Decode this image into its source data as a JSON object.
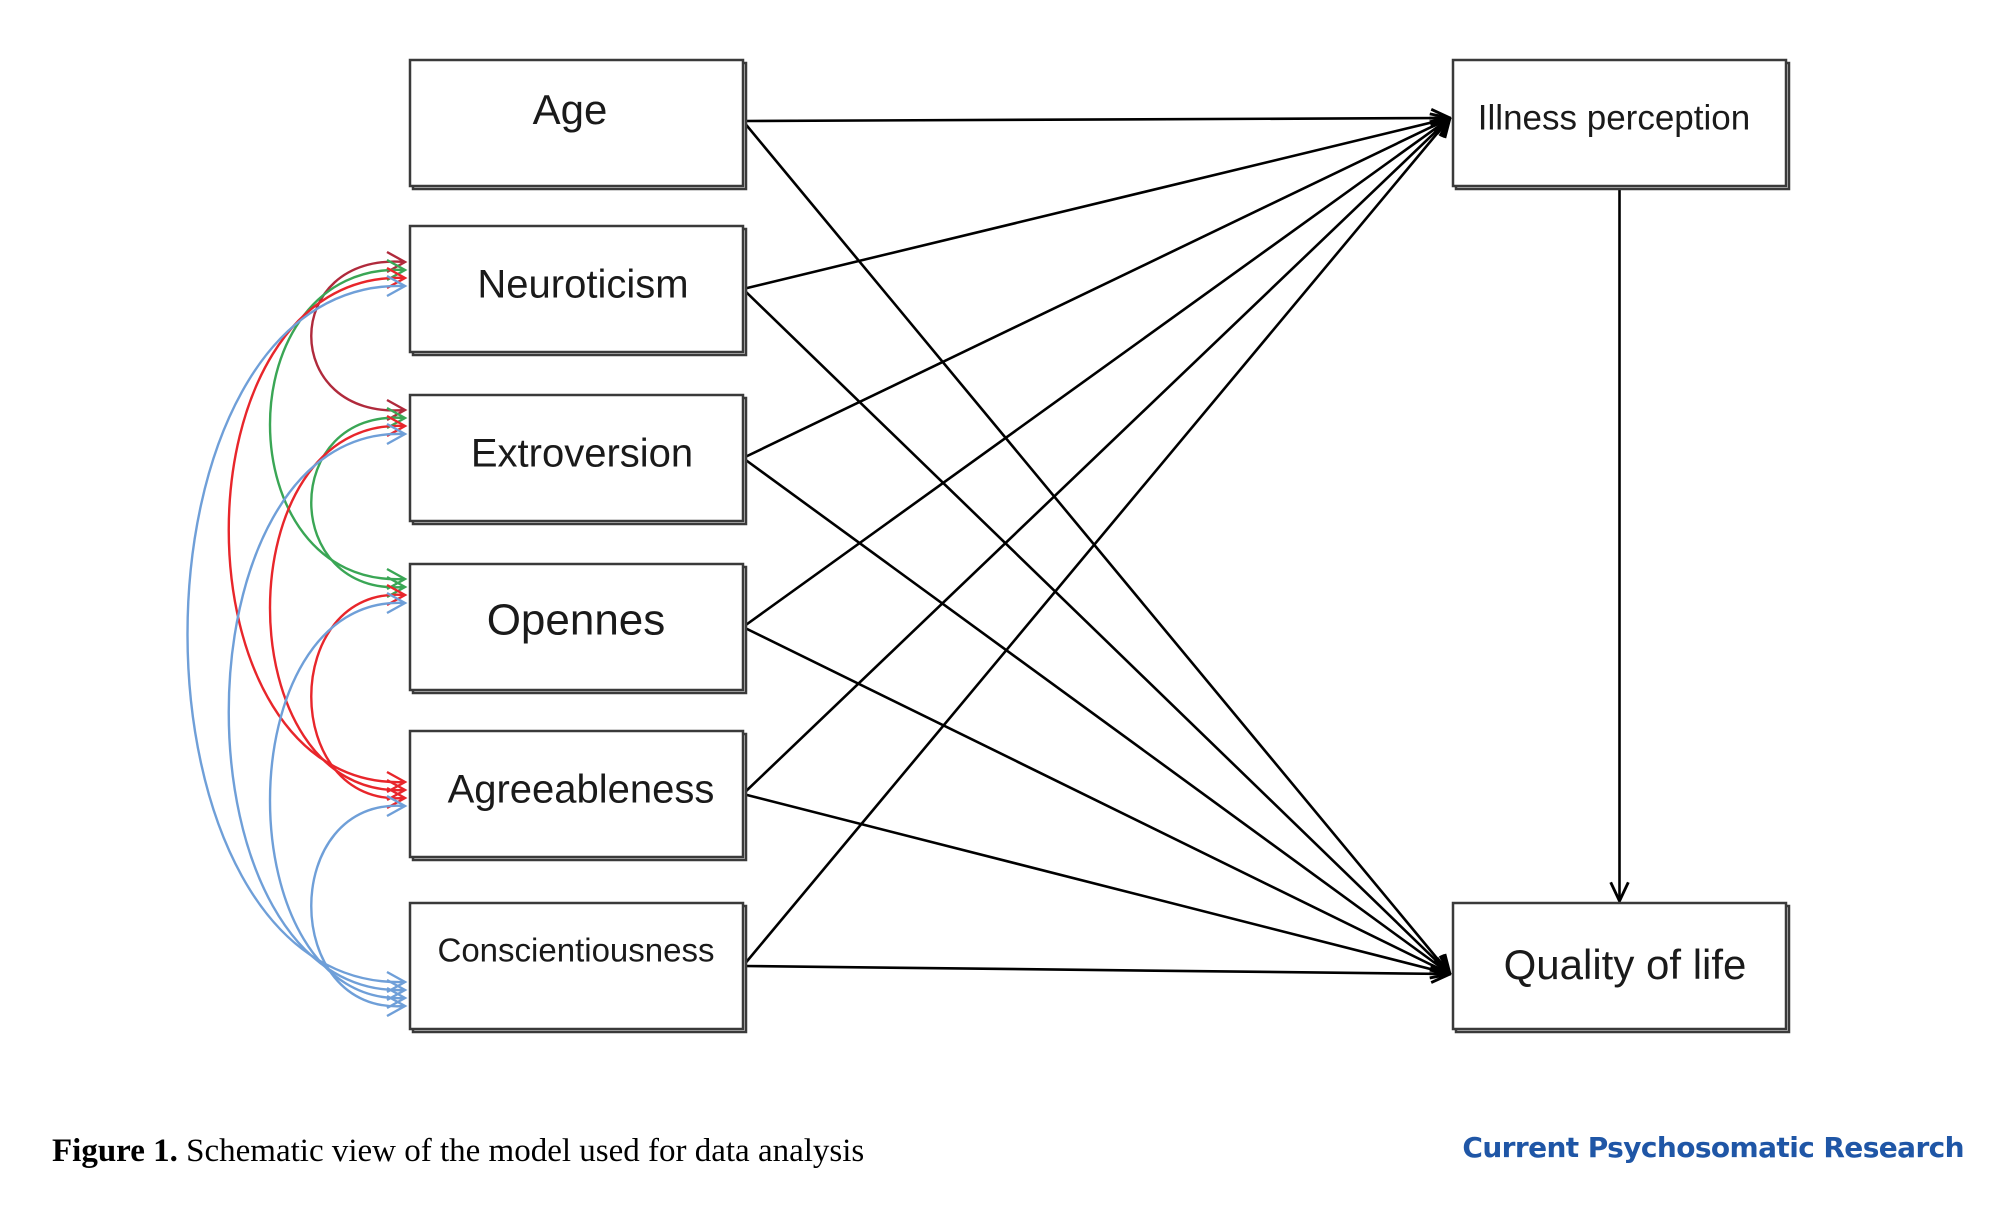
{
  "diagram": {
    "nodes": [
      {
        "id": "age",
        "label": "Age"
      },
      {
        "id": "neuroticism",
        "label": "Neuroticism"
      },
      {
        "id": "extroversion",
        "label": "Extroversion"
      },
      {
        "id": "opennes",
        "label": "Opennes"
      },
      {
        "id": "agreeableness",
        "label": "Agreeableness"
      },
      {
        "id": "conscientiousness",
        "label": "Conscientiousness"
      },
      {
        "id": "illness",
        "label": "Illness perception"
      },
      {
        "id": "qol",
        "label": "Quality of life"
      }
    ],
    "edges": [
      {
        "from": "age",
        "to": "illness"
      },
      {
        "from": "age",
        "to": "qol"
      },
      {
        "from": "neuroticism",
        "to": "illness"
      },
      {
        "from": "neuroticism",
        "to": "qol"
      },
      {
        "from": "extroversion",
        "to": "illness"
      },
      {
        "from": "extroversion",
        "to": "qol"
      },
      {
        "from": "opennes",
        "to": "illness"
      },
      {
        "from": "opennes",
        "to": "qol"
      },
      {
        "from": "agreeableness",
        "to": "illness"
      },
      {
        "from": "agreeableness",
        "to": "qol"
      },
      {
        "from": "conscientiousness",
        "to": "illness"
      },
      {
        "from": "conscientiousness",
        "to": "qol"
      },
      {
        "from": "illness",
        "to": "qol"
      }
    ],
    "covariances": [
      {
        "a": "neuroticism",
        "b": "extroversion",
        "color": "#b02a3c"
      },
      {
        "a": "neuroticism",
        "b": "opennes",
        "color": "#3aa655"
      },
      {
        "a": "neuroticism",
        "b": "agreeableness",
        "color": "#e8262b"
      },
      {
        "a": "neuroticism",
        "b": "conscientiousness",
        "color": "#6f9fd8"
      },
      {
        "a": "extroversion",
        "b": "opennes",
        "color": "#3aa655"
      },
      {
        "a": "extroversion",
        "b": "agreeableness",
        "color": "#e8262b"
      },
      {
        "a": "extroversion",
        "b": "conscientiousness",
        "color": "#6f9fd8"
      },
      {
        "a": "opennes",
        "b": "agreeableness",
        "color": "#e8262b"
      },
      {
        "a": "opennes",
        "b": "conscientiousness",
        "color": "#6f9fd8"
      },
      {
        "a": "agreeableness",
        "b": "conscientiousness",
        "color": "#6f9fd8"
      }
    ]
  },
  "caption": {
    "label": "Figure 1.",
    "text": " Schematic view of the model used for data analysis"
  },
  "journal_name": "Current Psychosomatic Research"
}
